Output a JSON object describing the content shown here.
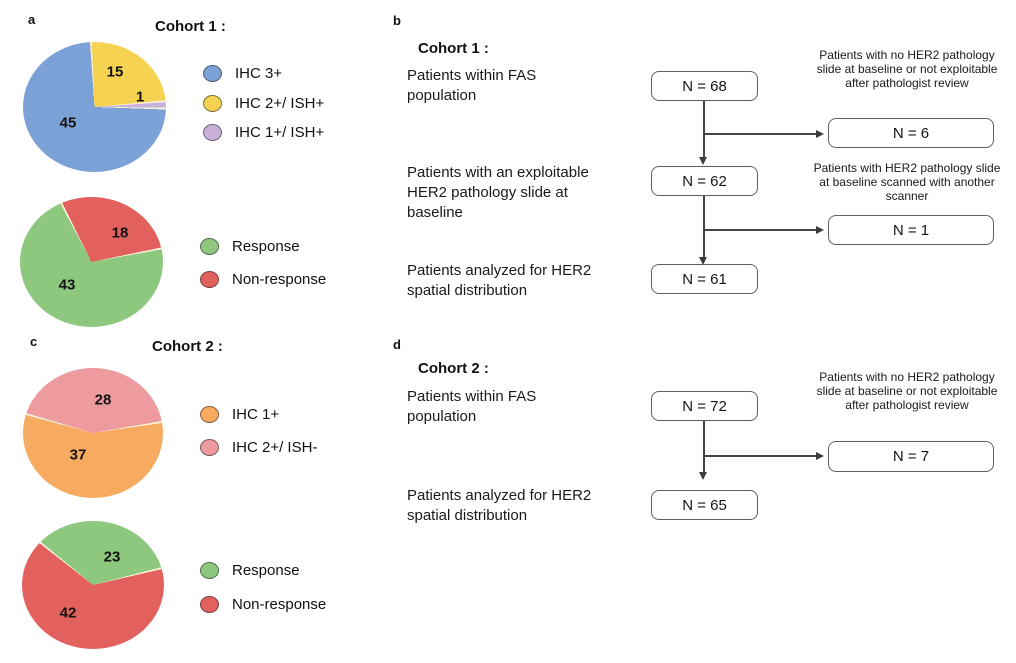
{
  "panels": {
    "a": {
      "letter": "a",
      "title": "Cohort 1 :"
    },
    "b": {
      "letter": "b",
      "title": "Cohort 1 :",
      "steps": [
        {
          "label": "Patients within FAS population",
          "n": "N = 68"
        },
        {
          "label": "Patients with an exploitable HER2 pathology slide at baseline",
          "n": "N = 62"
        },
        {
          "label": "Patients analyzed for HER2 spatial distribution",
          "n": "N = 61"
        }
      ],
      "exclusions": [
        {
          "caption": "Patients with no HER2 pathology slide at baseline or not exploitable after pathologist review",
          "n": "N = 6"
        },
        {
          "caption": "Patients with HER2 pathology slide at baseline scanned with another scanner",
          "n": "N = 1"
        }
      ]
    },
    "c": {
      "letter": "c",
      "title": "Cohort 2 :"
    },
    "d": {
      "letter": "d",
      "title": "Cohort 2 :",
      "steps": [
        {
          "label": "Patients within FAS population",
          "n": "N = 72"
        },
        {
          "label": "Patients analyzed for HER2 spatial distribution",
          "n": "N = 65"
        }
      ],
      "exclusions": [
        {
          "caption": "Patients with no HER2 pathology slide at baseline or not exploitable after pathologist review",
          "n": "N = 7"
        }
      ]
    }
  },
  "chart_data": [
    {
      "type": "pie",
      "panel": "a",
      "title": "Cohort 1 :",
      "labels": [
        "IHC 3+",
        "IHC 2+/ ISH+",
        "IHC 1+/ ISH+"
      ],
      "values": [
        45,
        15,
        1
      ],
      "colors": [
        "#7CA1D7",
        "#F5D351",
        "#C8B2DB"
      ],
      "start_deg": -4,
      "draw_order": [
        1,
        2,
        0
      ],
      "legend_position": "right"
    },
    {
      "type": "pie",
      "panel": "a",
      "title": "Cohort 1 :",
      "labels": [
        "Response",
        "Non-response"
      ],
      "values": [
        43,
        18
      ],
      "colors": [
        "#8DC87E",
        "#E2615E"
      ],
      "start_deg": -28,
      "draw_order": [
        1,
        0
      ],
      "legend_position": "right"
    },
    {
      "type": "pie",
      "panel": "c",
      "title": "Cohort 2 :",
      "labels": [
        "IHC 1+",
        "IHC 2+/ ISH-"
      ],
      "values": [
        37,
        28
      ],
      "colors": [
        "#F6AB61",
        "#ED9B9F"
      ],
      "start_deg": -75,
      "draw_order": [
        1,
        0
      ],
      "legend_position": "right"
    },
    {
      "type": "pie",
      "panel": "c",
      "title": "Cohort 2 :",
      "labels": [
        "Response",
        "Non-response"
      ],
      "values": [
        23,
        42
      ],
      "colors": [
        "#8DC87E",
        "#E2615E"
      ],
      "start_deg": -52,
      "draw_order": [
        0,
        1
      ],
      "legend_position": "right"
    }
  ]
}
